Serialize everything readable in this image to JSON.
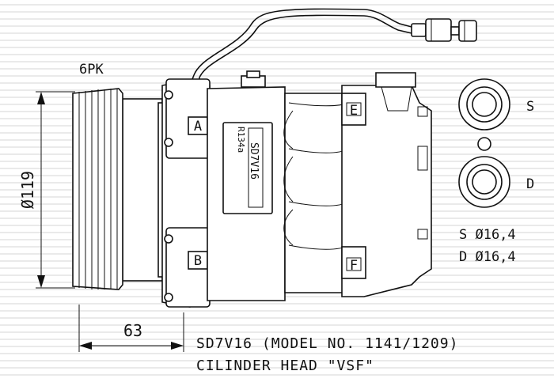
{
  "labels": {
    "belt": "6PK",
    "diameter": "Ø119",
    "offset": "63",
    "suction": "S",
    "discharge": "D",
    "suction_spec": "S  Ø16,4",
    "discharge_spec": "D  Ø16,4",
    "letter_a": "A",
    "letter_b": "B",
    "letter_e": "E",
    "letter_f": "F",
    "plate_model": "SD7V16",
    "plate_refrigerant": "R134a"
  },
  "caption": {
    "line1": "SD7V16 (MODEL NO. 1141/1209)",
    "line2": "CILINDER HEAD \"VSF\""
  }
}
